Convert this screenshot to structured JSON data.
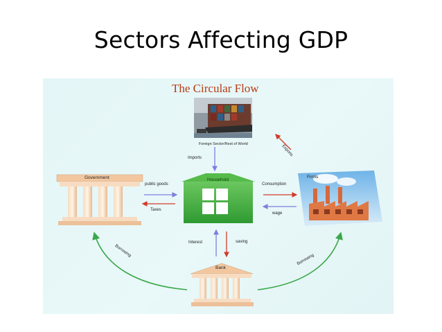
{
  "slide": {
    "title": "Sectors Affecting GDP"
  },
  "diagram": {
    "title": "The Circular Flow",
    "nodes": {
      "foreign": "Foreign Sector/Rest of World",
      "government": "Government",
      "household": "Household",
      "firms": "Firms",
      "bank": "Bank"
    },
    "flows": {
      "imports": "Imports",
      "exports": "Exports",
      "public_goods": "public goods",
      "taxes": "Taxes",
      "consumption": "Consumption",
      "wage": "wage",
      "interest": "Interest",
      "saving": "saving",
      "borrowing_left": "Borrowing",
      "borrowing_right": "Borrowing"
    },
    "colors": {
      "title": "#b73a14",
      "arrow_blue": "#7c7ee0",
      "arrow_red": "#d23a2a",
      "borrow_green": "#3aa84a",
      "household_green": "#3fae3c",
      "firms_orange": "#d8683a"
    }
  }
}
